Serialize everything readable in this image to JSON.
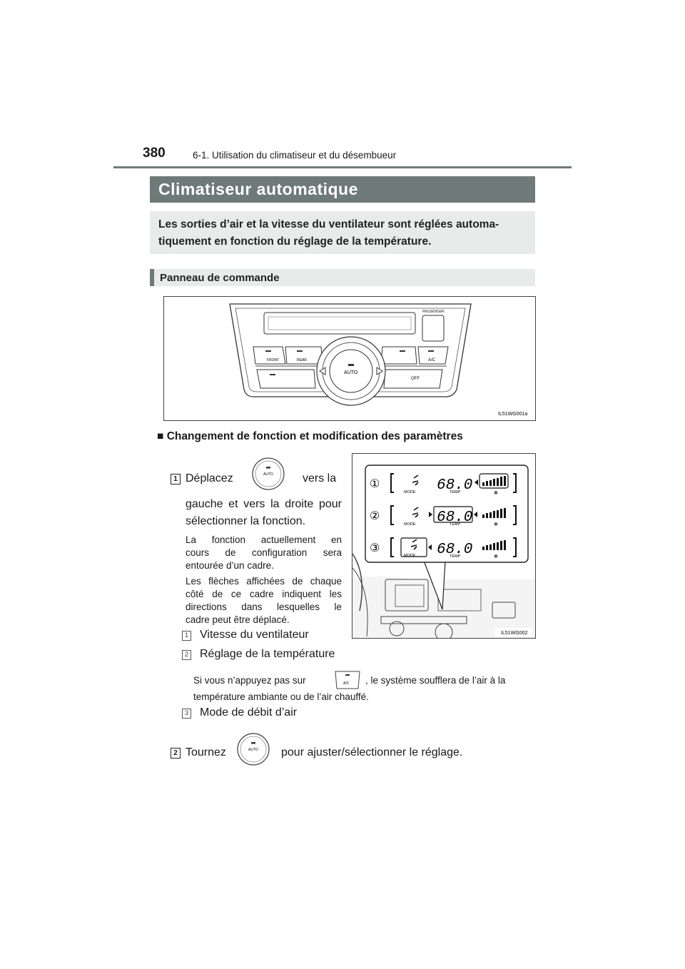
{
  "header": {
    "page_number": "380",
    "section": "6-1. Utilisation du climatiseur et du désembueur"
  },
  "title": "Climatiseur automatique",
  "intro": {
    "line1": "Les sorties d’air et la vitesse du ventilateur sont réglées automa-",
    "line2": "tiquement en fonction du réglage de la température."
  },
  "subsection_title": "Panneau de commande",
  "figure1": {
    "code": "IL51WG001a",
    "labels": {
      "passenger": "PASSENGER",
      "front": "FRONT",
      "rear": "REAR",
      "ac": "A/C",
      "auto": "AUTO",
      "off": "OFF"
    }
  },
  "subheading": "Changement de fonction et modification des paramètres",
  "step1": {
    "number": "1",
    "text_a": "Déplacez",
    "text_b": "vers la",
    "line2": "gauche et vers la droite pour",
    "line3": "sélectionner la fonction.",
    "note1": [
      "La fonction actuellement en",
      "cours de configuration sera",
      "entourée d’un cadre."
    ],
    "note2": [
      "Les flèches affichées de chaque",
      "côté de ce cadre indiquent les",
      "directions dans lesquelles le",
      "cadre peut être déplacé."
    ]
  },
  "figure2": {
    "code": "IL51WG002",
    "rows": [
      {
        "num": "①",
        "temp": "68.0",
        "mode": "MODE",
        "temp_label": "TEMP"
      },
      {
        "num": "②",
        "temp": "68.0",
        "mode": "MODE",
        "temp_label": "TEMP"
      },
      {
        "num": "③",
        "temp": "68.0",
        "mode": "MODE",
        "temp_label": "TEMP"
      }
    ]
  },
  "items": [
    {
      "num": "1",
      "label": "Vitesse du ventilateur"
    },
    {
      "num": "2",
      "label": "Réglage de la température"
    },
    {
      "num": "3",
      "label": "Mode de débit d’air"
    }
  ],
  "ac_note": {
    "before": "Si vous n’appuyez pas sur",
    "after": ", le système soufflera de l’air à la",
    "line2": "température ambiante ou de l’air chauffé.",
    "button": "A/C"
  },
  "step2": {
    "number": "2",
    "text_a": "Tournez",
    "text_b": "pour ajuster/sélectionner le réglage."
  },
  "auto_label": "AUTO"
}
